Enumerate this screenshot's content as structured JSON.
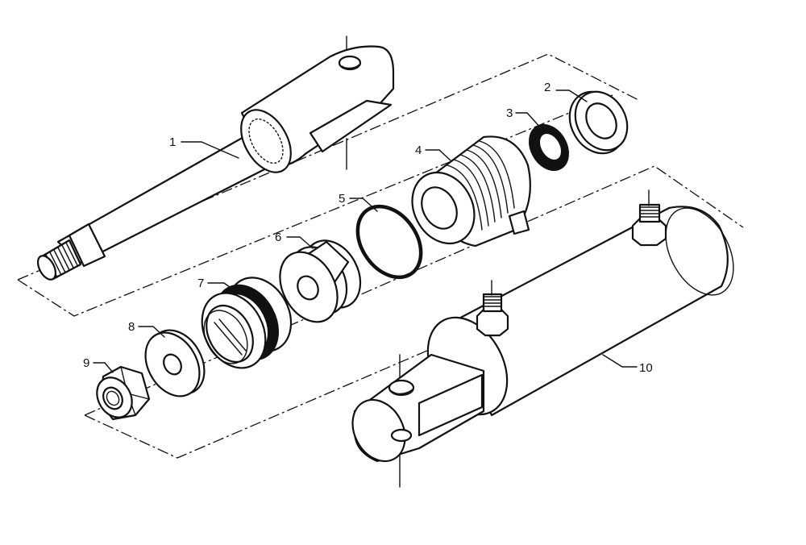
{
  "labels": [
    {
      "id": "rod",
      "text": "1"
    },
    {
      "id": "wiper-ring",
      "text": "2"
    },
    {
      "id": "rod-seal",
      "text": "3"
    },
    {
      "id": "gland",
      "text": "4"
    },
    {
      "id": "o-ring",
      "text": "5"
    },
    {
      "id": "piston",
      "text": "6"
    },
    {
      "id": "piston-seal",
      "text": "7"
    },
    {
      "id": "washer",
      "text": "8"
    },
    {
      "id": "nut",
      "text": "9"
    },
    {
      "id": "barrel",
      "text": "10"
    }
  ]
}
